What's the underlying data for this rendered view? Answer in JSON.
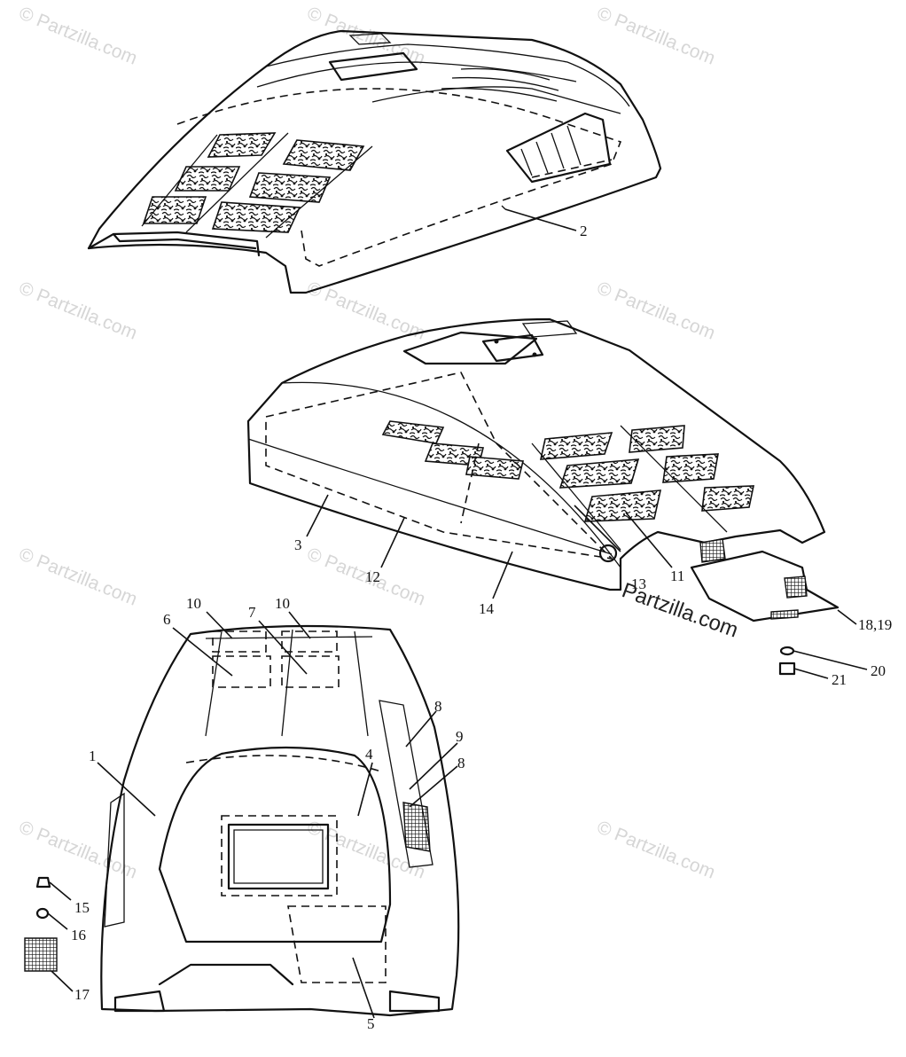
{
  "watermark": {
    "text": "© Partzilla.com",
    "emphasized_text": "Partzilla.com"
  },
  "diagram": {
    "views": [
      "hood-top-view",
      "hood-side-view",
      "hood-underside-view"
    ]
  },
  "callouts": [
    {
      "id": "c2",
      "label": "2"
    },
    {
      "id": "c3",
      "label": "3"
    },
    {
      "id": "c12",
      "label": "12"
    },
    {
      "id": "c14",
      "label": "14"
    },
    {
      "id": "c13",
      "label": "13"
    },
    {
      "id": "c11",
      "label": "11"
    },
    {
      "id": "c1819",
      "label": "18,19"
    },
    {
      "id": "c20",
      "label": "20"
    },
    {
      "id": "c21",
      "label": "21"
    },
    {
      "id": "c10a",
      "label": "10"
    },
    {
      "id": "c6",
      "label": "6"
    },
    {
      "id": "c7",
      "label": "7"
    },
    {
      "id": "c10b",
      "label": "10"
    },
    {
      "id": "c8a",
      "label": "8"
    },
    {
      "id": "c9",
      "label": "9"
    },
    {
      "id": "c8b",
      "label": "8"
    },
    {
      "id": "c1",
      "label": "1"
    },
    {
      "id": "c4",
      "label": "4"
    },
    {
      "id": "c15",
      "label": "15"
    },
    {
      "id": "c16",
      "label": "16"
    },
    {
      "id": "c17",
      "label": "17"
    },
    {
      "id": "c5",
      "label": "5"
    }
  ]
}
